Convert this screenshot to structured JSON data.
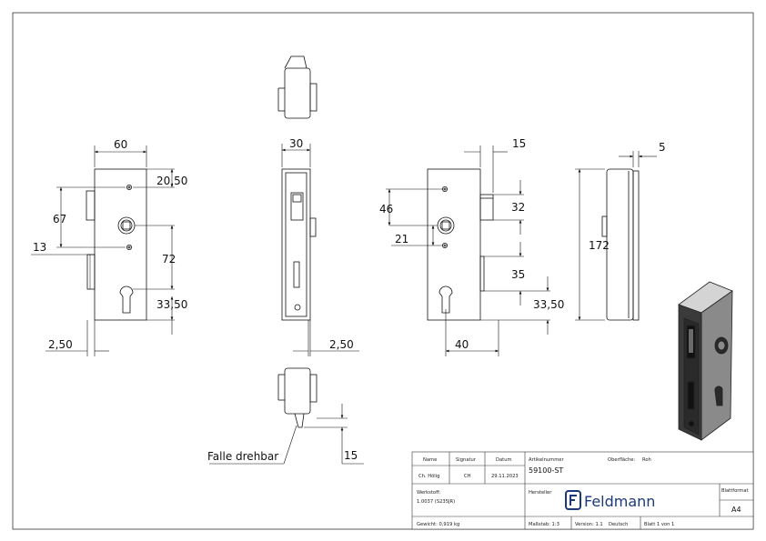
{
  "drawing": {
    "dimensions": {
      "front_width": "60",
      "top_hole_offset": "20,50",
      "hole_spacing": "67",
      "left_offset": "13",
      "keyhole_distance": "72",
      "bottom_offset_front": "33,50",
      "plate_thickness_front": "2,50",
      "side_width": "30",
      "plate_thickness_side": "2,50",
      "latch_projection": "15",
      "latch_height": "32",
      "follower_offset": "46",
      "spindle_size": "21",
      "bolt_height": "35",
      "bottom_offset_rear": "33,50",
      "backset": "40",
      "edge_offset": "5",
      "total_height": "172",
      "latch_projection_bottom": "15"
    },
    "callout": "Falle drehbar"
  },
  "title_block": {
    "name_label": "Name",
    "signature_label": "Signatur",
    "date_label": "Datum",
    "name_value": "Ch. Hölig",
    "signature_value": "CH",
    "date_value": "29.11.2023",
    "article_label": "Artikelnummer",
    "article_value": "59100-ST",
    "surface_label": "Oberfläche:",
    "surface_value": "Roh",
    "material_label": "Werkstoff:",
    "material_value": "1.0037 (S235JR)",
    "manufacturer_label": "Hersteller",
    "brand": "Feldmann",
    "sheet_format_label": "Blattformat",
    "sheet_format_value": "A4",
    "weight": "Gewicht: 0,919 kg",
    "scale": "Maßstab: 1:3",
    "version": "Version: 1.1",
    "language": "Deutsch",
    "sheet_count": "Blatt 1 von 1"
  },
  "colors": {
    "line": "#1a1a1a",
    "brand": "#1a3a7a",
    "iso_dark": "#2a2a2a",
    "iso_mid": "#8a8a8a",
    "iso_light": "#d4d4d4"
  }
}
